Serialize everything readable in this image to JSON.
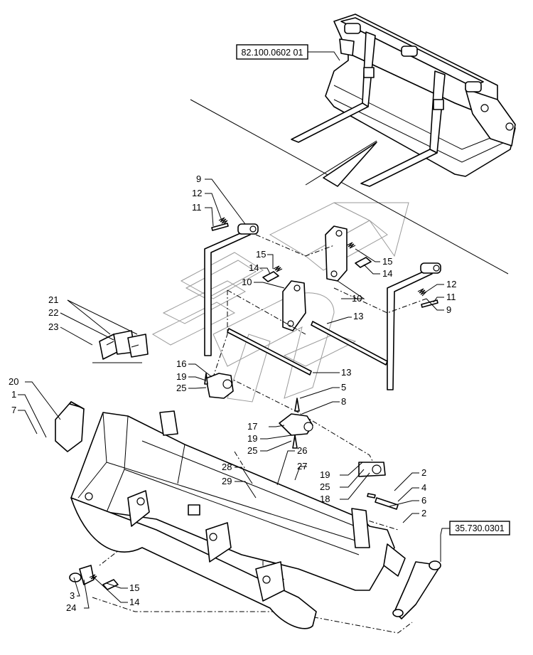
{
  "diagram": {
    "references": [
      {
        "id": "ref-top",
        "label": "82.100.0602 01"
      },
      {
        "id": "ref-cyl",
        "label": "35.730.0301"
      }
    ],
    "callouts": [
      {
        "id": "c9a",
        "label": "9"
      },
      {
        "id": "c12a",
        "label": "12"
      },
      {
        "id": "c11a",
        "label": "11"
      },
      {
        "id": "c15a",
        "label": "15"
      },
      {
        "id": "c14a",
        "label": "14"
      },
      {
        "id": "c10a",
        "label": "10"
      },
      {
        "id": "c15b",
        "label": "15"
      },
      {
        "id": "c14b",
        "label": "14"
      },
      {
        "id": "c10b",
        "label": "10"
      },
      {
        "id": "c12b",
        "label": "12"
      },
      {
        "id": "c11b",
        "label": "11"
      },
      {
        "id": "c9b",
        "label": "9"
      },
      {
        "id": "c13a",
        "label": "13"
      },
      {
        "id": "c21",
        "label": "21"
      },
      {
        "id": "c22",
        "label": "22"
      },
      {
        "id": "c23",
        "label": "23"
      },
      {
        "id": "c16",
        "label": "16"
      },
      {
        "id": "c19a",
        "label": "19"
      },
      {
        "id": "c25a",
        "label": "25"
      },
      {
        "id": "c13b",
        "label": "13"
      },
      {
        "id": "c5",
        "label": "5"
      },
      {
        "id": "c8",
        "label": "8"
      },
      {
        "id": "c20",
        "label": "20"
      },
      {
        "id": "c1",
        "label": "1"
      },
      {
        "id": "c7",
        "label": "7"
      },
      {
        "id": "c17",
        "label": "17"
      },
      {
        "id": "c19b",
        "label": "19"
      },
      {
        "id": "c25b",
        "label": "25"
      },
      {
        "id": "c26",
        "label": "26"
      },
      {
        "id": "c28",
        "label": "28"
      },
      {
        "id": "c27",
        "label": "27"
      },
      {
        "id": "c29",
        "label": "29"
      },
      {
        "id": "c19c",
        "label": "19"
      },
      {
        "id": "c25c",
        "label": "25"
      },
      {
        "id": "c18",
        "label": "18"
      },
      {
        "id": "c2a",
        "label": "2"
      },
      {
        "id": "c4",
        "label": "4"
      },
      {
        "id": "c6",
        "label": "6"
      },
      {
        "id": "c2b",
        "label": "2"
      },
      {
        "id": "c15c",
        "label": "15"
      },
      {
        "id": "c3",
        "label": "3"
      },
      {
        "id": "c24",
        "label": "24"
      },
      {
        "id": "c14c",
        "label": "14"
      }
    ]
  }
}
